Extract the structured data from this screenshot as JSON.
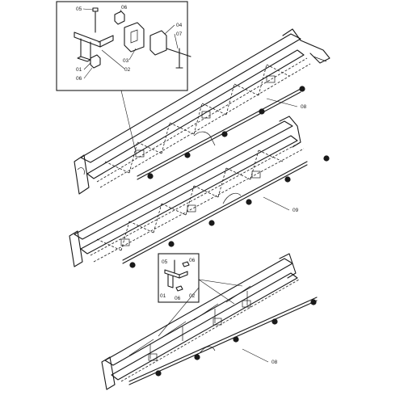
{
  "callouts_top": {
    "c05": "05",
    "c06a": "06",
    "c04": "04",
    "c07": "07",
    "c03": "03",
    "c01": "01",
    "c02": "02",
    "c06b": "06"
  },
  "callouts_bottom": {
    "c05": "05",
    "c06a": "06",
    "c01": "01",
    "c06b": "06",
    "c02": "02"
  },
  "assemblies": {
    "top": "08",
    "middle": "09",
    "bottom": "08"
  }
}
